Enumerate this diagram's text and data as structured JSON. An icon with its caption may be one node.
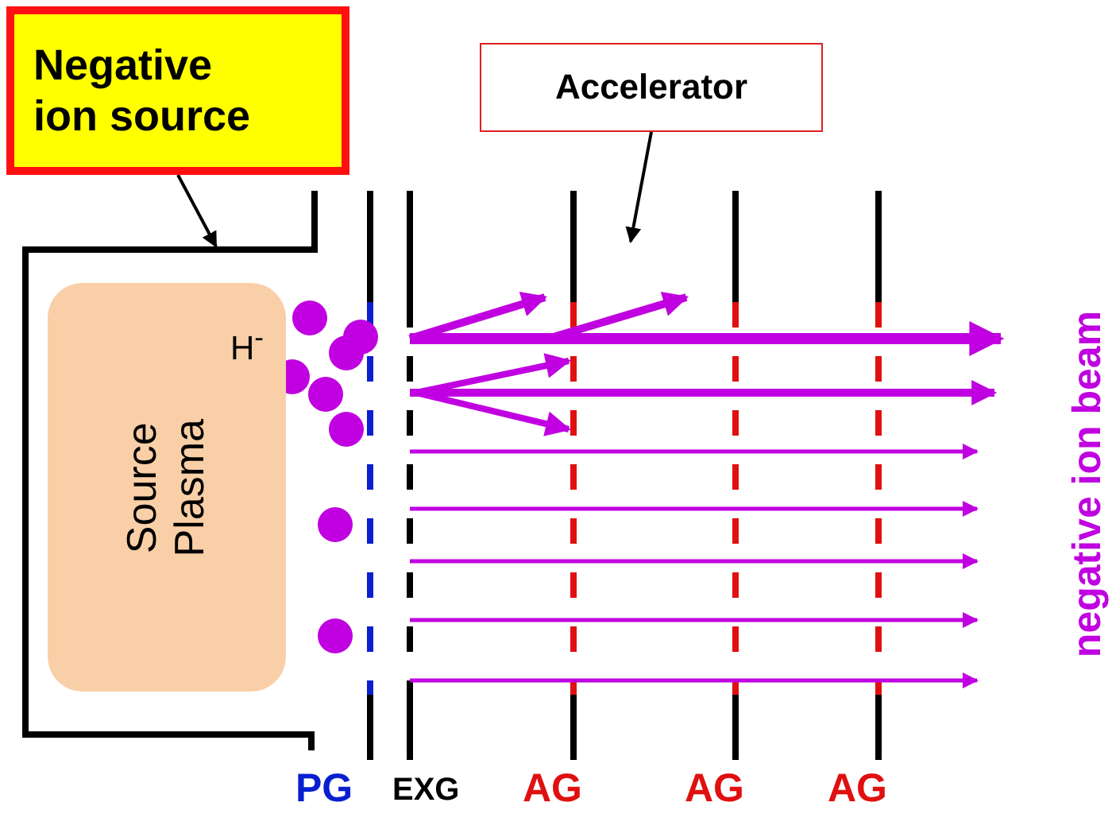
{
  "diagram": {
    "nodes": [
      {
        "text": [
          "Negative ion source"
        ]
      },
      {
        "text": [],
        "shape": "box"
      },
      {
        "text": [
          "Source Plasma"
        ],
        "in": 1
      },
      {
        "text": [
          "Accelerator"
        ]
      }
    ],
    "edges": [
      {
        "from": 0,
        "to": 1,
        "arrow": "to"
      },
      {
        "from": 3,
        "to": null,
        "arrow": "to"
      }
    ],
    "labels": [
      "H$^{-}$",
      "PG",
      "EXG",
      "AG",
      "AG",
      "AG",
      "negative ion beam"
    ]
  }
}
